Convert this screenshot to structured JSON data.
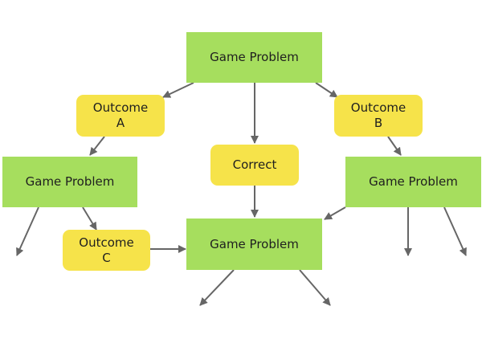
{
  "colors": {
    "problem_fill": "#a6de5e",
    "outcome_fill": "#f6e34a",
    "arrow": "#666666",
    "background": "#ffffff"
  },
  "nodes": {
    "problem_top": {
      "label": "Game Problem"
    },
    "outcome_a": {
      "line1": "Outcome",
      "line2": "A"
    },
    "outcome_b": {
      "line1": "Outcome",
      "line2": "B"
    },
    "correct": {
      "label": "Correct"
    },
    "problem_left": {
      "label": "Game Problem"
    },
    "problem_right": {
      "label": "Game Problem"
    },
    "problem_center": {
      "label": "Game Problem"
    },
    "outcome_c": {
      "line1": "Outcome",
      "line2": "C"
    }
  }
}
